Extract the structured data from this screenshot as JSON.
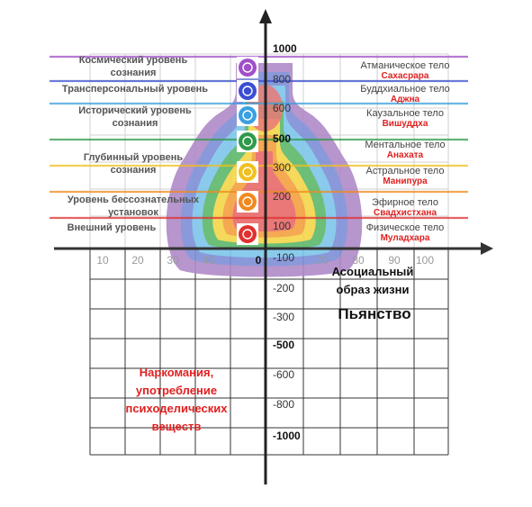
{
  "y_ticks_positive": [
    {
      "label": "1000",
      "bold": true
    },
    {
      "label": "800",
      "bold": false
    },
    {
      "label": "600",
      "bold": false
    },
    {
      "label": "500",
      "bold": true
    },
    {
      "label": "300",
      "bold": false
    },
    {
      "label": "200",
      "bold": false
    },
    {
      "label": "100",
      "bold": false
    }
  ],
  "y_ticks_negative": [
    {
      "label": "-100",
      "bold": false
    },
    {
      "label": "-200",
      "bold": false
    },
    {
      "label": "-300",
      "bold": false
    },
    {
      "label": "-500",
      "bold": true
    },
    {
      "label": "-600",
      "bold": false
    },
    {
      "label": "-800",
      "bold": false
    },
    {
      "label": "-1000",
      "bold": true
    }
  ],
  "x_ticks_left": [
    "10",
    "20",
    "30",
    "40",
    "0"
  ],
  "x_ticks_right": [
    "70",
    "80",
    "90",
    "100"
  ],
  "levels": [
    {
      "left": [
        "Космический уровень",
        "сознания"
      ],
      "body": "Атманическое тело",
      "chakra": "Сахасрара",
      "color": "#a050c8"
    },
    {
      "left": [
        "Трансперсональный уровень"
      ],
      "body": "Буддхиальное тело",
      "chakra": "Аджна",
      "color": "#3a4fd0"
    },
    {
      "left": [
        "Исторический уровень",
        "сознания"
      ],
      "body": "Каузальное тело",
      "chakra": "Вишуддха",
      "color": "#3aa0e0"
    },
    {
      "left": [
        "Глубинный уровень",
        "сознания"
      ],
      "body": "Ментальное тело",
      "chakra": "Анахата",
      "color": "#2e9a4a"
    },
    {
      "left": [
        "Уровень бессознательных",
        "установок"
      ],
      "body": "Астральное тело",
      "chakra": "Манипура",
      "color": "#f0c020"
    },
    {
      "left": [
        "Внешний уровень"
      ],
      "body": "Эфирное тело",
      "chakra": "Свадхистхана",
      "color": "#f08a20"
    },
    {
      "left": [],
      "body": "Физическое тело",
      "chakra": "Муладхара",
      "color": "#e03030"
    }
  ],
  "notes": {
    "asocial_line1": "Асоциальный",
    "asocial_line2": "образ жизни",
    "drunkenness": "Пьянство",
    "drugs_lines": [
      "Наркомания,",
      "употребление",
      "психоделических",
      "веществ"
    ]
  }
}
